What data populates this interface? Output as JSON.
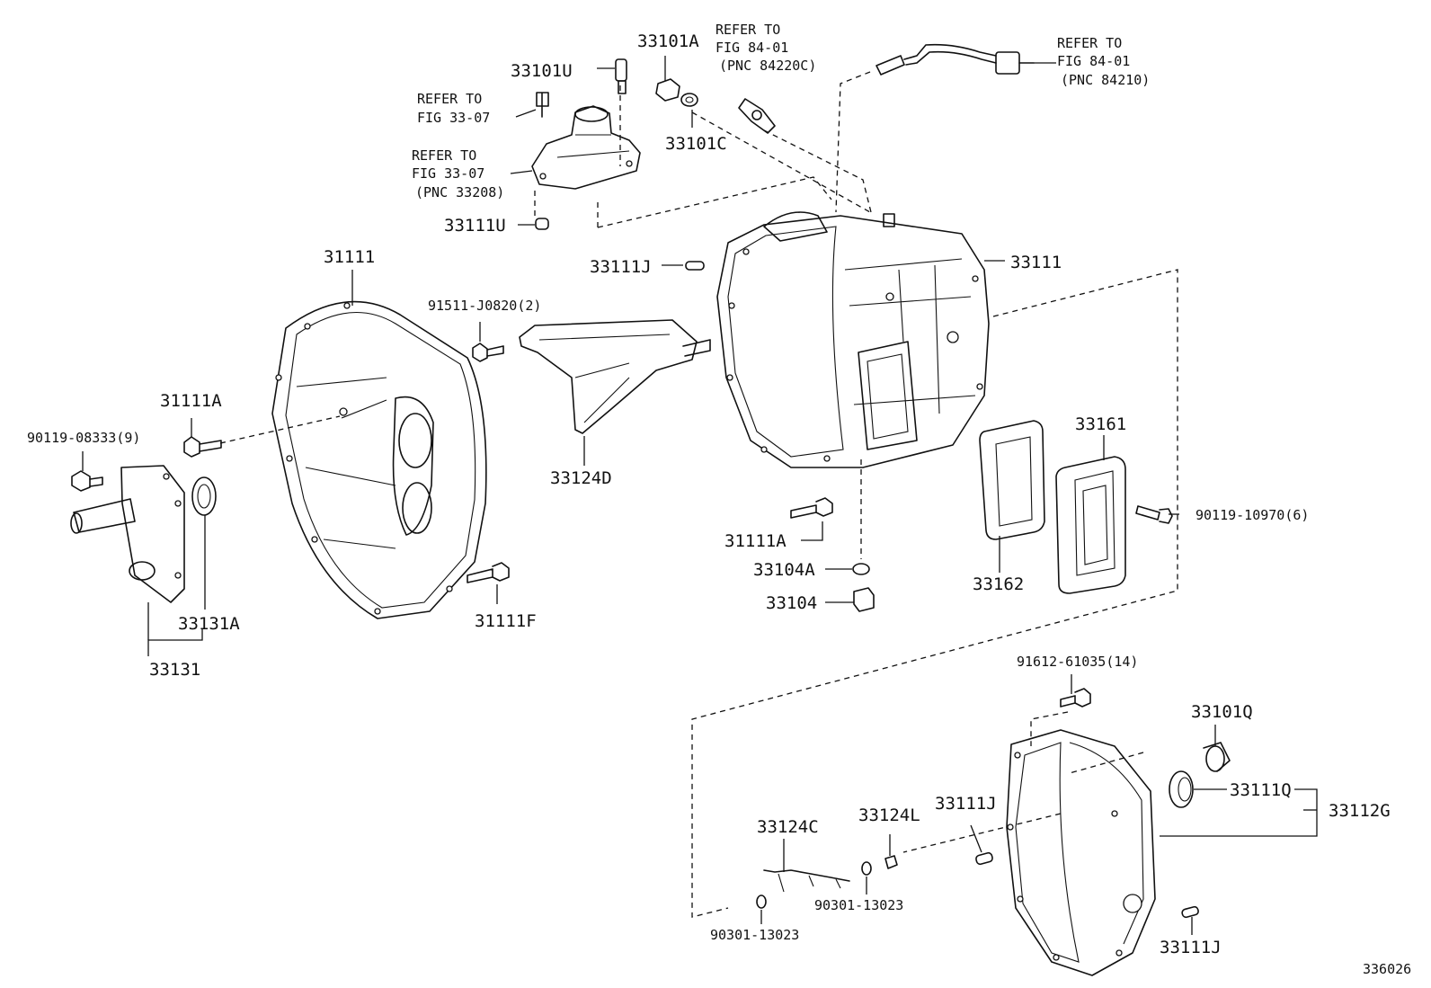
{
  "diagram": {
    "figure_number": "336026",
    "labels": {
      "p33101A": "33101A",
      "p33101U": "33101U",
      "p33101C": "33101C",
      "p33111U": "33111U",
      "p31111": "31111",
      "p91511": "91511-J0820(2)",
      "p33111J_top": "33111J",
      "p33111": "33111",
      "p31111A_left": "31111A",
      "p90119_08333": "90119-08333(9)",
      "p33124D": "33124D",
      "p33161": "33161",
      "p90119_10970": "90119-10970(6)",
      "p31111A_mid": "31111A",
      "p33104A": "33104A",
      "p33104": "33104",
      "p33162": "33162",
      "p31111F": "31111F",
      "p33131A": "33131A",
      "p33131": "33131",
      "p91612": "91612-61035(14)",
      "p33101Q": "33101Q",
      "p33111Q": "33111Q",
      "p33112G": "33112G",
      "p33111J_low": "33111J",
      "p33124C": "33124C",
      "p33124L": "33124L",
      "p90301_a": "90301-13023",
      "p90301_b": "90301-13023",
      "p33111J_bottom": "33111J"
    },
    "refs": {
      "r1_l1": "REFER TO",
      "r1_l2": "FIG 84-01",
      "r1_l3": "(PNC 84220C)",
      "r2_l1": "REFER TO",
      "r2_l2": "FIG 84-01",
      "r2_l3": "(PNC 84210)",
      "r3_l1": "REFER TO",
      "r3_l2": "FIG 33-07",
      "r4_l1": "REFER TO",
      "r4_l2": "FIG 33-07",
      "r4_l3": "(PNC 33208)"
    }
  }
}
